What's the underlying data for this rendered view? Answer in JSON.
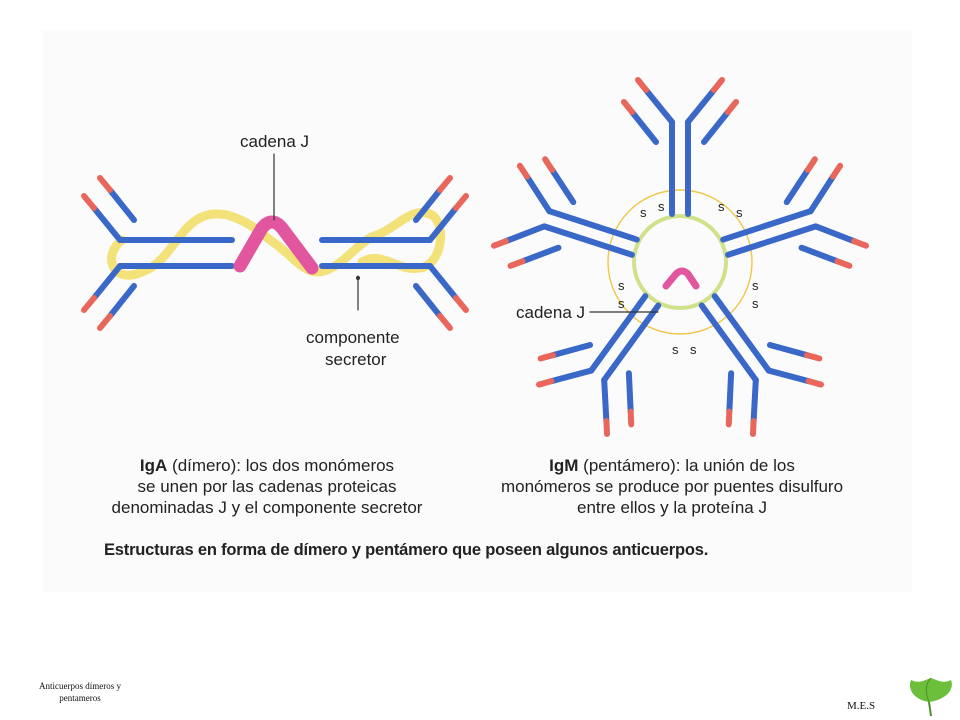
{
  "diagram": {
    "iga": {
      "label_j": "cadena J",
      "label_secretory_1": "componente",
      "label_secretory_2": "secretor"
    },
    "igm": {
      "label_j": "cadena J",
      "disulfide": "s"
    }
  },
  "captions": {
    "iga": {
      "bold": "IgA",
      "line1_rest": " (dímero): los dos monómeros",
      "line2": "se unen por las cadenas proteicas",
      "line3": "denominadas J y el componente secretor"
    },
    "igm": {
      "bold": "IgM",
      "line1_rest": " (pentámero): la unión de los",
      "line2": "monómeros se produce por puentes disulfuro",
      "line3": "entre ellos y la proteína J"
    },
    "figure_caption": "Estructuras en forma de dímero y pentámero que poseen algunos anticuerpos."
  },
  "footer": {
    "left": "Anticuerpos dímeros y pentameros",
    "right": "M.E.S"
  },
  "colors": {
    "heavy_chain": "#3a68c8",
    "light_tip": "#e8665a",
    "j_chain": "#e2559f",
    "secretory": "#f3e27a",
    "igm_ring": "#cfe28a"
  }
}
